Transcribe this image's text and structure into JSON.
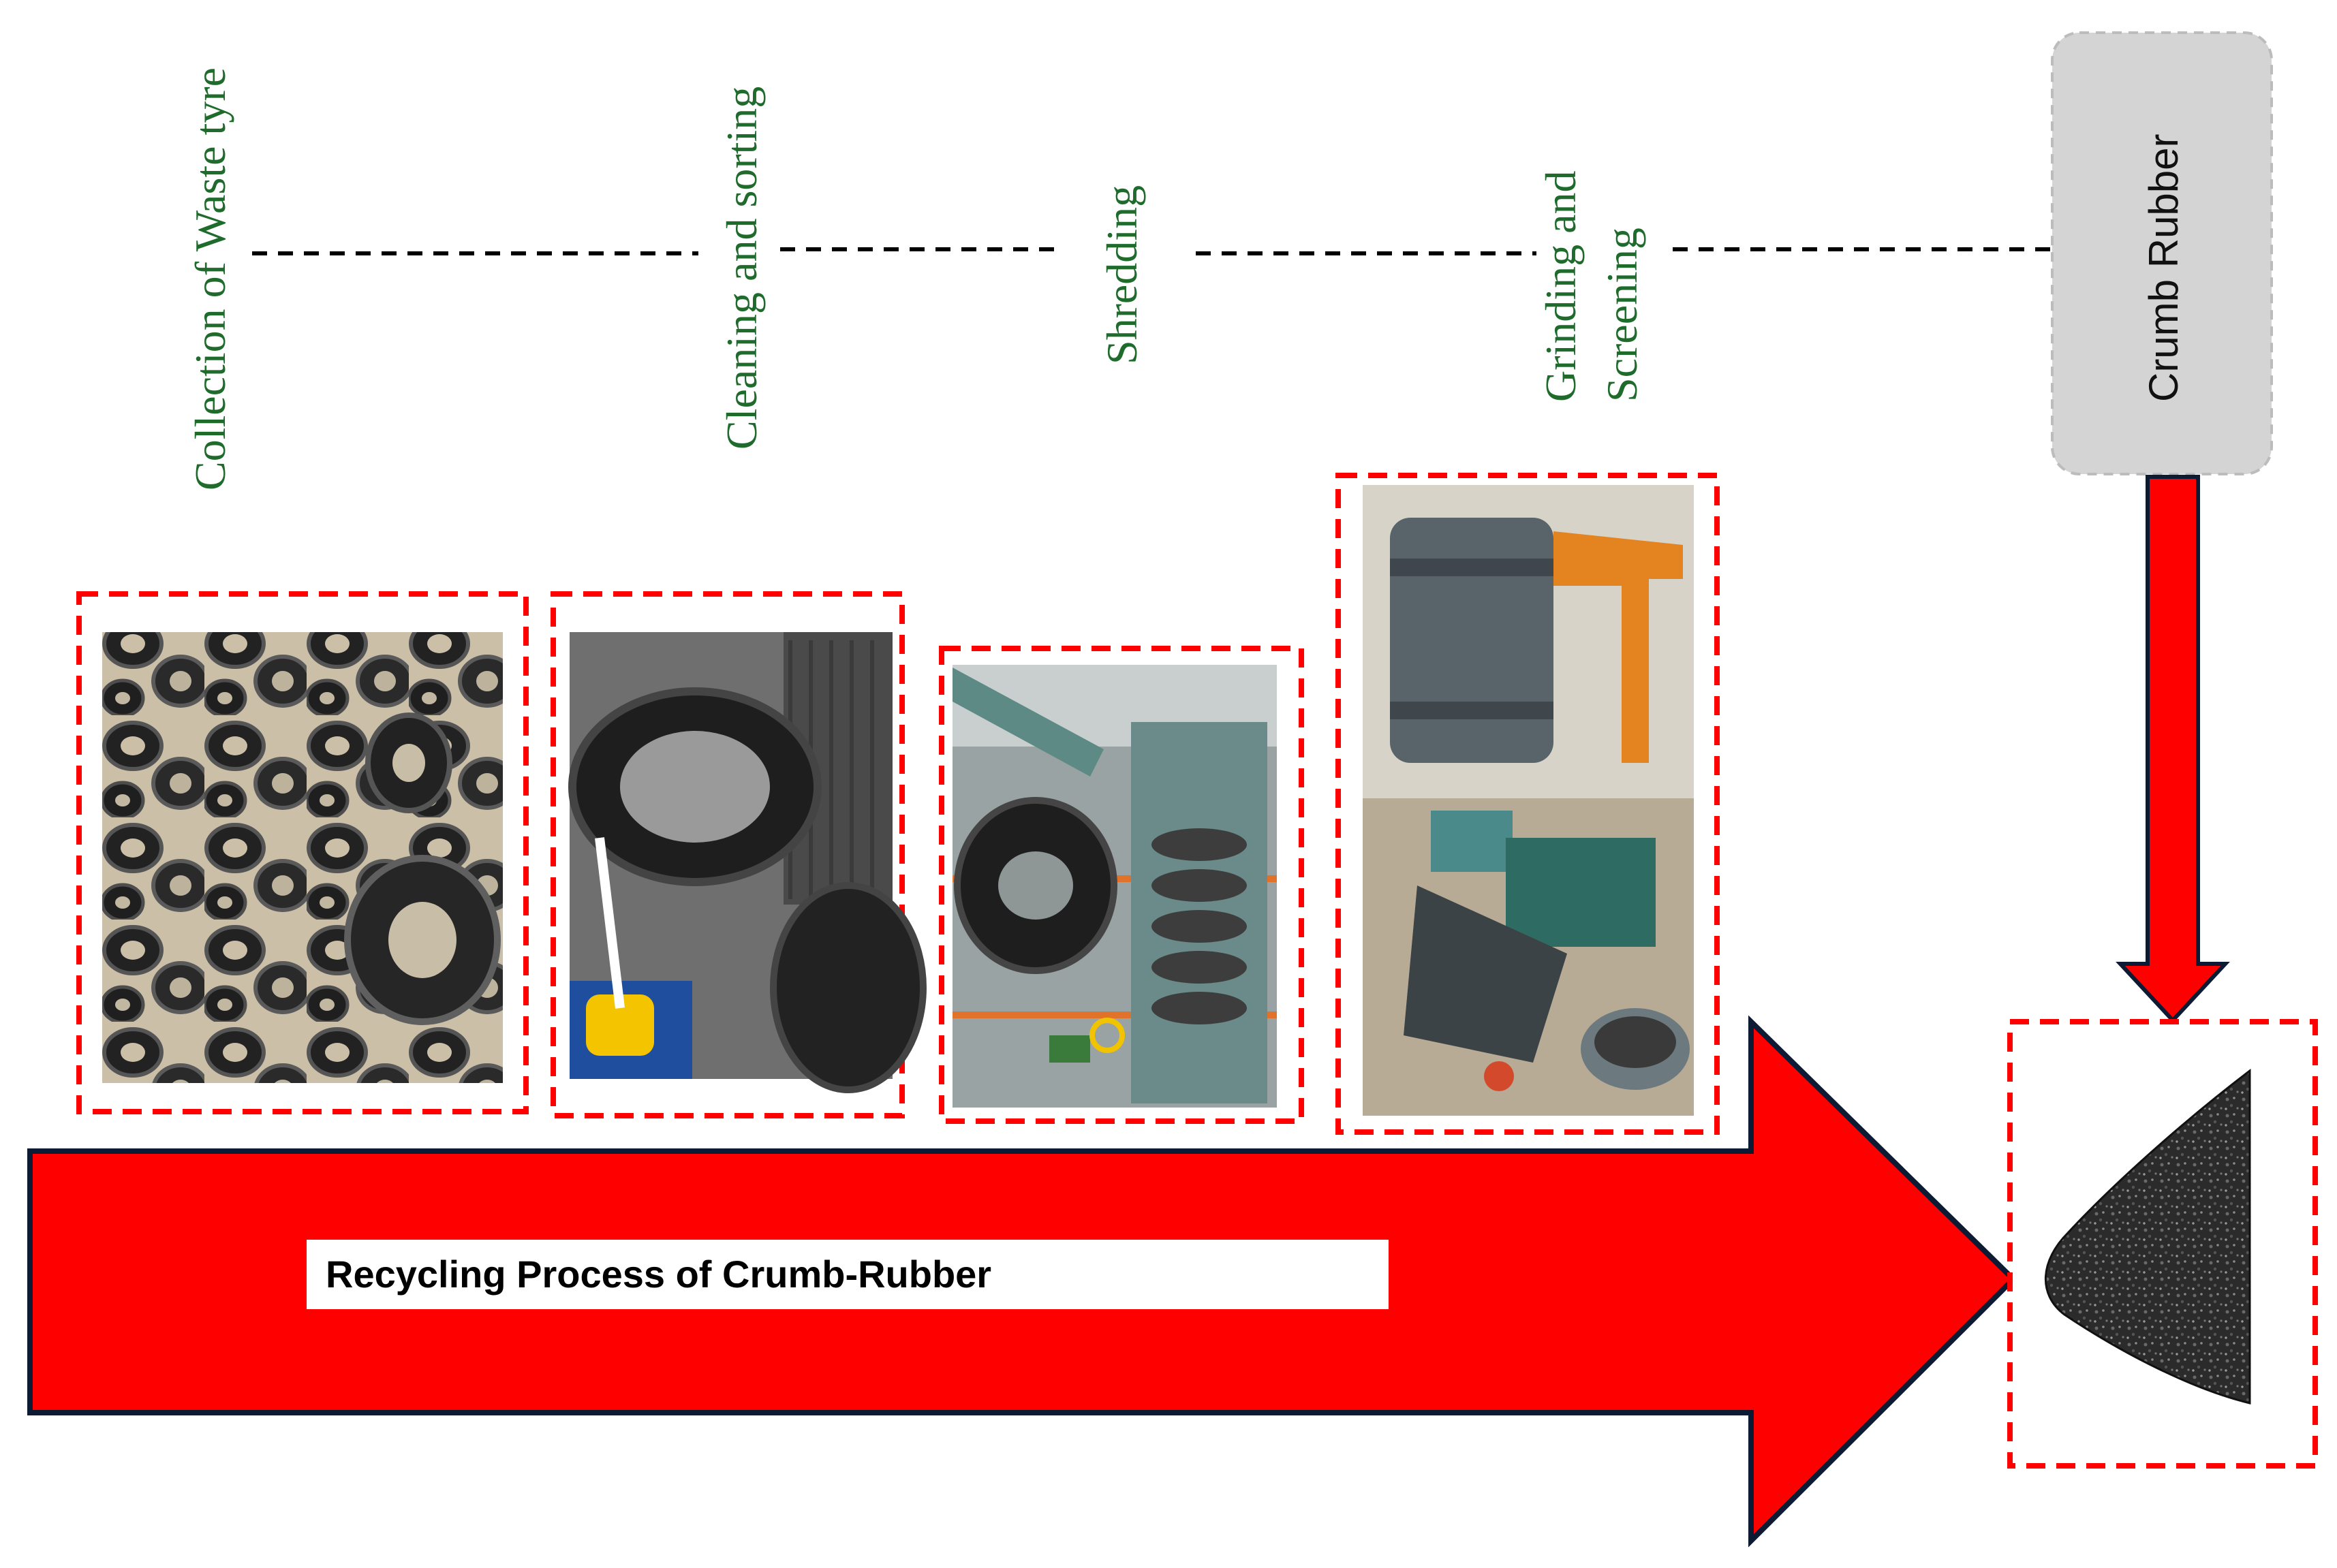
{
  "diagram": {
    "steps": [
      {
        "label": "Collection of Waste tyre"
      },
      {
        "label": "Cleaning and sorting"
      },
      {
        "label": "Shredding"
      },
      {
        "label_line1": "Grinding and",
        "label_line2": "Screening"
      }
    ],
    "product": {
      "label": "Crumb Rubber"
    },
    "banner": {
      "label": "Recycling Process of Crumb-Rubber"
    },
    "colors": {
      "arrow": "#ff0000",
      "frame": "#ff0000",
      "step_text": "#1e6b2c",
      "product_box": "#d4d4d4",
      "connector": "#000000"
    },
    "images": [
      {
        "name": "pile-of-waste-tyres-photo"
      },
      {
        "name": "washing-tyre-photo"
      },
      {
        "name": "tyre-shredder-machine-photo"
      },
      {
        "name": "grinding-and-screening-machines-photo"
      },
      {
        "name": "crumb-rubber-heap-photo"
      }
    ]
  }
}
